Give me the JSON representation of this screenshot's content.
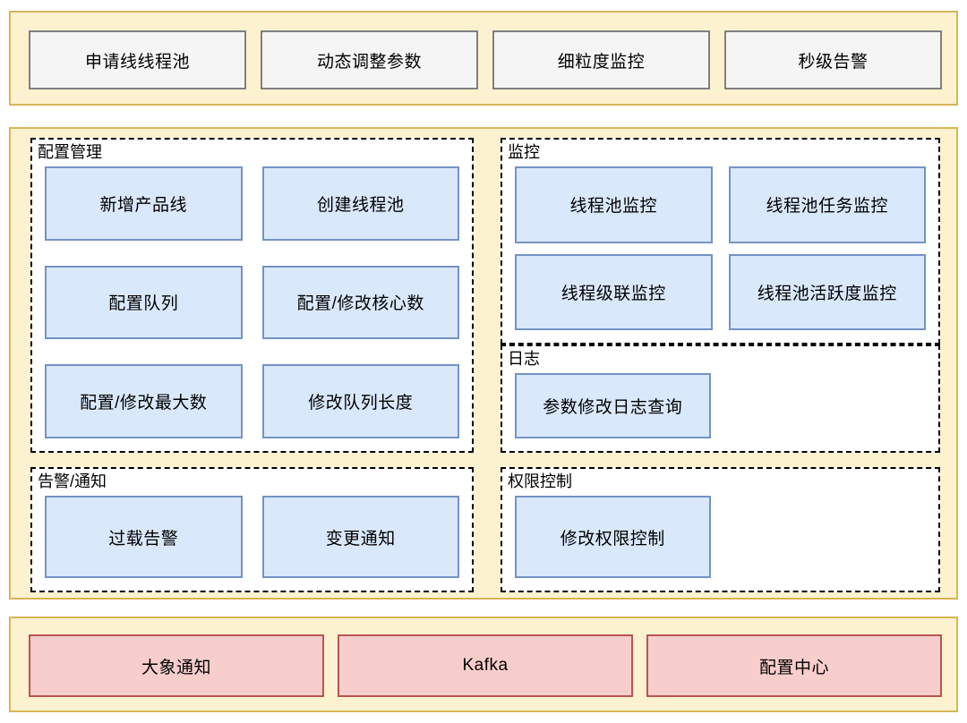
{
  "colors": {
    "band_fill": "#fdf2cf",
    "band_border": "#d6b656",
    "capability_fill": "#f5f5f5",
    "capability_border": "#808080",
    "function_fill": "#dae8fc",
    "function_border": "#7493c4",
    "dependency_fill": "#f8cecc",
    "dependency_border": "#b85450",
    "group_border": "#000000"
  },
  "top_band": {
    "capabilities": [
      {
        "label": "申请线线程池"
      },
      {
        "label": "动态调整参数"
      },
      {
        "label": "细粒度监控"
      },
      {
        "label": "秒级告警"
      }
    ]
  },
  "middle_band": {
    "left_column": {
      "groups": [
        {
          "title": "配置管理",
          "items": [
            {
              "label": "新增产品线"
            },
            {
              "label": "创建线程池"
            },
            {
              "label": "配置队列"
            },
            {
              "label": "配置/修改核心数"
            },
            {
              "label": "配置/修改最大数"
            },
            {
              "label": "修改队列长度"
            }
          ]
        },
        {
          "title": "告警/通知",
          "items": [
            {
              "label": "过载告警"
            },
            {
              "label": "变更通知"
            }
          ]
        }
      ]
    },
    "right_column": {
      "groups": [
        {
          "title": "监控",
          "items": [
            {
              "label": "线程池监控"
            },
            {
              "label": "线程池任务监控"
            },
            {
              "label": "线程级联监控"
            },
            {
              "label": "线程池活跃度监控"
            }
          ]
        },
        {
          "title": "日志",
          "items": [
            {
              "label": "参数修改日志查询"
            }
          ]
        },
        {
          "title": "权限控制",
          "items": [
            {
              "label": "修改权限控制"
            }
          ]
        }
      ]
    }
  },
  "bottom_band": {
    "dependencies": [
      {
        "label": "大象通知"
      },
      {
        "label": "Kafka"
      },
      {
        "label": "配置中心"
      }
    ]
  }
}
